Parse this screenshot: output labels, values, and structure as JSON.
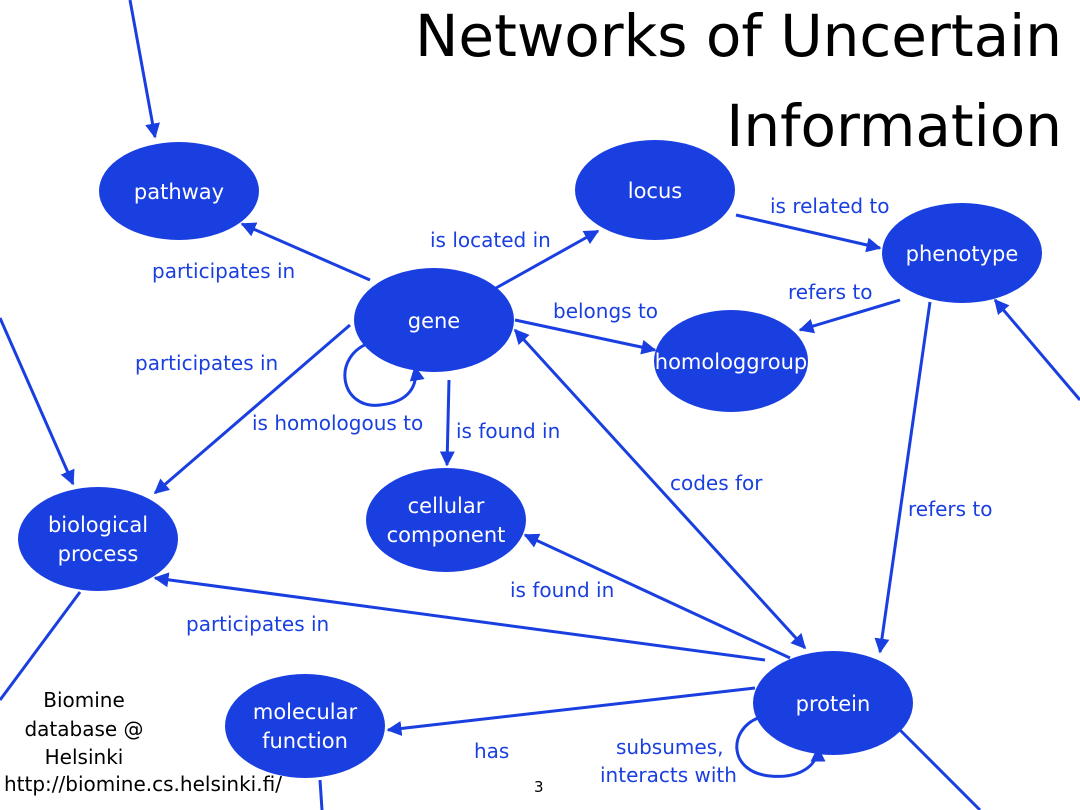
{
  "title": {
    "line1": "Networks of Uncertain",
    "line2": "Information"
  },
  "colors": {
    "accent": "#1a3fe0",
    "background": "#ffffff",
    "text": "#000000"
  },
  "nodes": {
    "pathway": [
      "pathway"
    ],
    "locus": [
      "locus"
    ],
    "phenotype": [
      "phenotype"
    ],
    "gene": [
      "gene"
    ],
    "homologgroup": [
      "homologgroup"
    ],
    "biological_process": [
      "biological",
      "process"
    ],
    "cellular_component": [
      "cellular",
      "component"
    ],
    "protein": [
      "protein"
    ],
    "molecular_function": [
      "molecular",
      "function"
    ]
  },
  "edge_labels": {
    "gene_pathway": "participates in",
    "gene_locus": "is located in",
    "locus_phenotype": "is related to",
    "phenotype_homologgroup": "refers to",
    "gene_homologgroup": "belongs to",
    "gene_biological_process": "participates in",
    "gene_self": "is homologous to",
    "gene_cellular_component": "is found in",
    "protein_gene": "codes for",
    "phenotype_protein": "refers to",
    "protein_cellular_component": "is found in",
    "protein_biological_process": "participates in",
    "protein_molecular_function": "has",
    "protein_self_line1": "subsumes,",
    "protein_self_line2": "interacts with"
  },
  "footer": {
    "credit_line1": "Biomine",
    "credit_line2": "database @",
    "credit_line3": "Helsinki",
    "url": "http://biomine.cs.helsinki.fi/",
    "page_number": "3"
  }
}
